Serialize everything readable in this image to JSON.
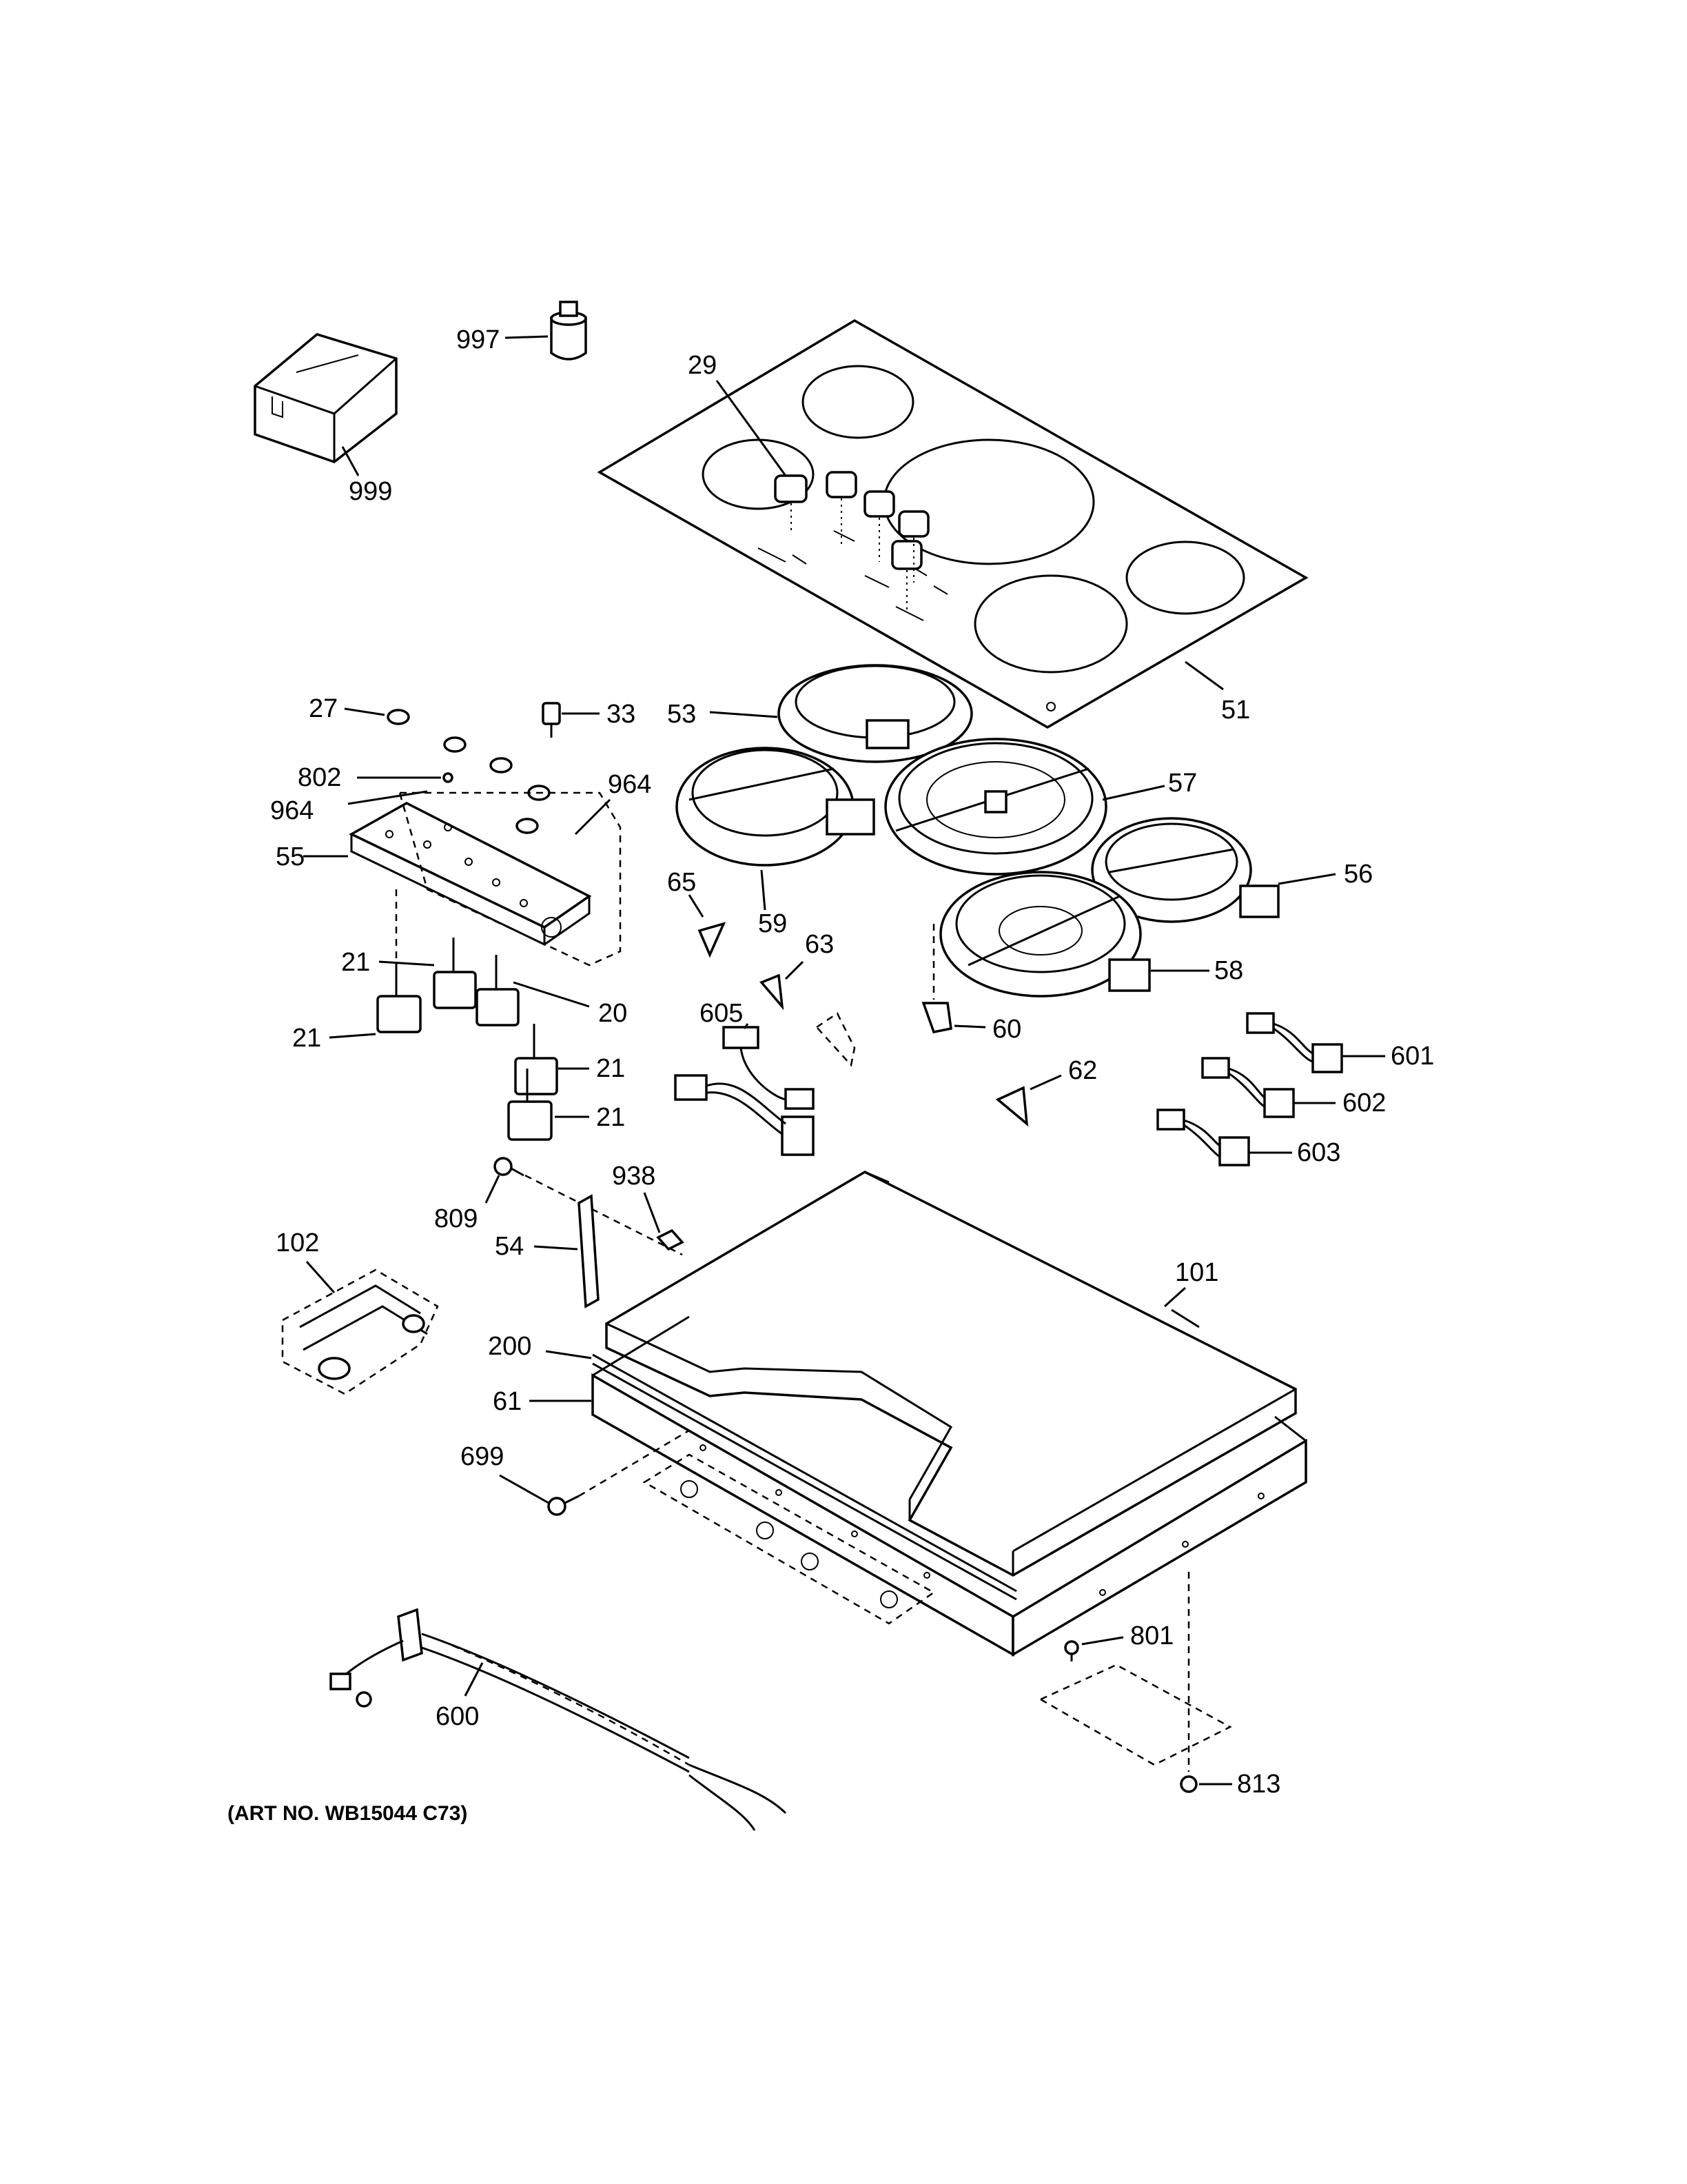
{
  "caption": "(ART NO. WB15044 C73)",
  "labels": {
    "l997": "997",
    "l999": "999",
    "l29": "29",
    "l51": "51",
    "l53": "53",
    "l57": "57",
    "l56": "56",
    "l58": "58",
    "l59": "59",
    "l60": "60",
    "l27": "27",
    "l33": "33",
    "l802": "802",
    "l964a": "964",
    "l964b": "964",
    "l55": "55",
    "l65": "65",
    "l63": "63",
    "l21a": "21",
    "l21b": "21",
    "l21c": "21",
    "l21d": "21",
    "l20": "20",
    "l605": "605",
    "l62": "62",
    "l601": "601",
    "l602": "602",
    "l603": "603",
    "l809": "809",
    "l938": "938",
    "l54": "54",
    "l102": "102",
    "l101": "101",
    "l200": "200",
    "l61": "61",
    "l699": "699",
    "l801": "801",
    "l600": "600",
    "l813": "813"
  }
}
